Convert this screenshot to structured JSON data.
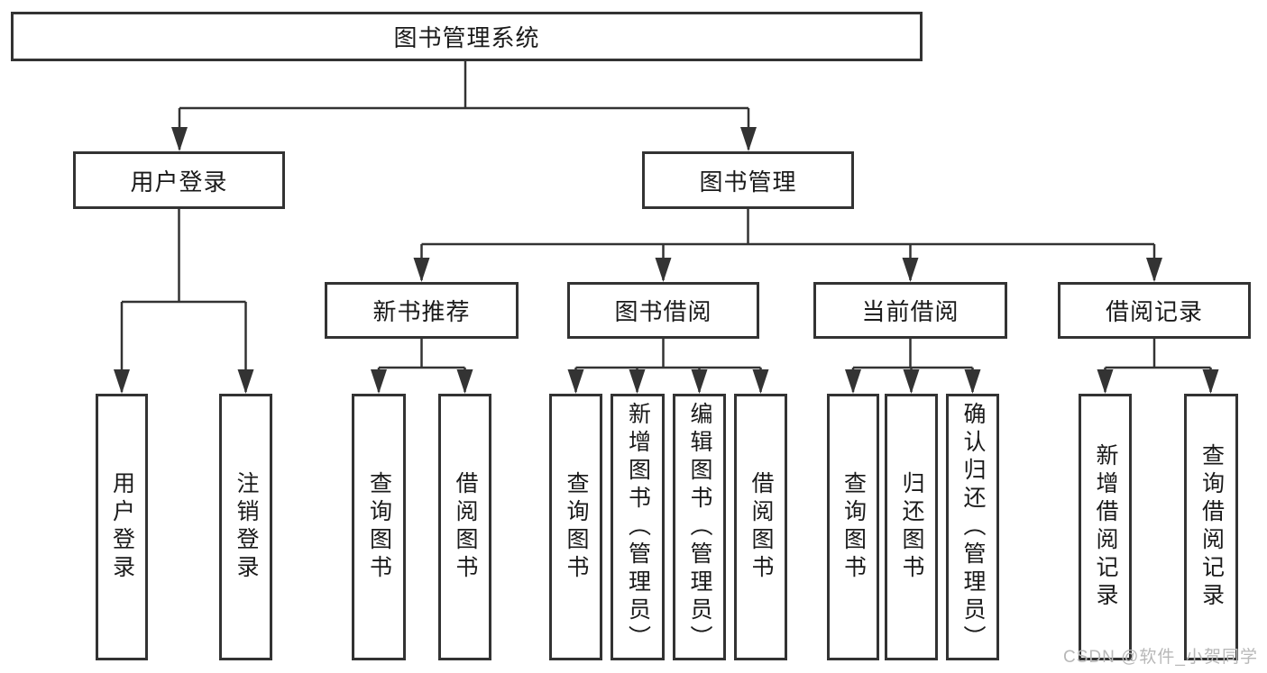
{
  "title": {
    "label": "图书管理系统"
  },
  "nodes": {
    "user_login": {
      "label": "用户登录"
    },
    "book_mgmt": {
      "label": "图书管理"
    },
    "new_book": {
      "label": "新书推荐"
    },
    "book_borrow": {
      "label": "图书借阅"
    },
    "current_borrow": {
      "label": "当前借阅"
    },
    "borrow_records": {
      "label": "借阅记录"
    }
  },
  "leaves": {
    "user_login": [
      "用户登录",
      "注销登录"
    ],
    "new_book": [
      "查询图书",
      "借阅图书"
    ],
    "book_borrow": [
      "查询图书",
      "新增图书（管理员）",
      "编辑图书（管理员）",
      "借阅图书"
    ],
    "current_borrow": [
      "查询图书",
      "归还图书",
      "确认归还（管理员）"
    ],
    "borrow_records": [
      "新增借阅记录",
      "查询借阅记录"
    ]
  },
  "watermark": "CSDN @软件_小贺同学",
  "colors": {
    "line": "#333333",
    "text": "#1a1a1a",
    "watermark": "#b8b8b8",
    "box_bg": "#ffffff"
  }
}
